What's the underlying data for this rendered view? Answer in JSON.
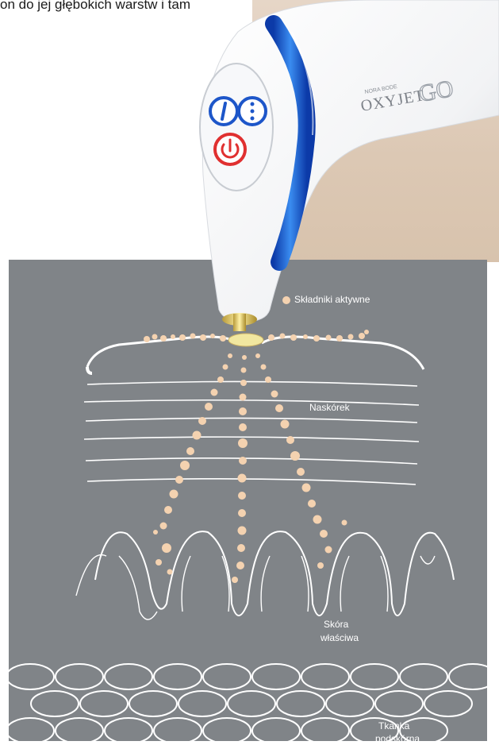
{
  "top_text": "on do jej głębokich warstw i tam",
  "brand": {
    "small": "NORA BODE",
    "name": "OXYJET",
    "suffix": "GO"
  },
  "labels": {
    "active_ingredients": "Składniki aktywne",
    "epidermis": "Naskórek",
    "dermis_line1": "Skóra",
    "dermis_line2": "właściwa",
    "subcutis_line1": "Tkanka",
    "subcutis_line2": "podskórna"
  },
  "colors": {
    "panel": "#808488",
    "droplet": "#f4d2b0",
    "accent_blue": "#1d56c9",
    "power_red": "#e03030"
  }
}
